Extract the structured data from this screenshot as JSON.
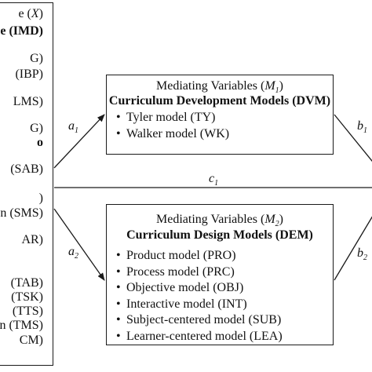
{
  "left_box": {
    "lines": [
      "e (X)",
      "e (IMD)",
      "G)",
      "(IBP)",
      "LMS)",
      "G)",
      "o",
      "(SAB)",
      ")",
      "n (SMS)",
      "AR)",
      "(TAB)",
      "(TSK)",
      "(TTS)",
      "n (TMS)",
      "CM)"
    ]
  },
  "mediator1": {
    "header": "Mediating Variables (M1)",
    "header_text": "Mediating Variables (",
    "header_var": "M",
    "header_sub": "1",
    "header_close": ")",
    "title": "Curriculum Development Models (DVM)",
    "items": [
      "Tyler model (TY)",
      "Walker model (WK)"
    ]
  },
  "mediator2": {
    "header": "Mediating Variables (M2)",
    "header_text": "Mediating Variables (",
    "header_var": "M",
    "header_sub": "2",
    "header_close": ")",
    "title": "Curriculum Design Models (DEM)",
    "items": [
      "Product model (PRO)",
      "Process model (PRC)",
      "Objective model (OBJ)",
      "Interactive model (INT)",
      "Subject-centered model (SUB)",
      "Learner-centered model (LEA)"
    ]
  },
  "paths": {
    "a1": {
      "var": "a",
      "sub": "1"
    },
    "a2": {
      "var": "a",
      "sub": "2"
    },
    "b1": {
      "var": "b",
      "sub": "1"
    },
    "b2": {
      "var": "b",
      "sub": "2"
    },
    "c1": {
      "var": "c",
      "sub": "1"
    }
  }
}
